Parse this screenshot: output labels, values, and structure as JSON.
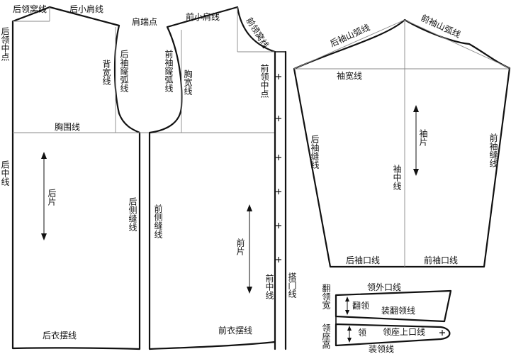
{
  "labels": {
    "back_neck_curve": "后领窝线",
    "back_small_shoulder": "后小肩线",
    "shoulder_point": "肩端点",
    "front_small_shoulder": "前小肩线",
    "front_neck_curve": "前领窝线",
    "back_neck_center": "后领中点",
    "back_width": "背宽线",
    "back_armhole": "后袖窿弧线",
    "front_armhole": "前袖窿弧线",
    "chest_width": "胸宽线",
    "front_neck_center": "前领中点",
    "bust_line": "胸围线",
    "back_center": "后中线",
    "back_piece": "后片",
    "back_side_seam": "后侧缝线",
    "front_side_seam": "前侧缝线",
    "front_piece": "前片",
    "front_center": "前中线",
    "overlap_line": "搭门线",
    "back_hem": "后衣摆线",
    "front_hem": "前衣摆线",
    "back_sleeve_cap": "后袖山弧线",
    "front_sleeve_cap": "前袖山弧线",
    "sleeve_width": "袖宽线",
    "back_sleeve_seam": "后袖缝线",
    "sleeve_piece": "袖片",
    "sleeve_center": "袖中线",
    "front_sleeve_seam": "前袖缝线",
    "back_cuff": "后袖口线",
    "front_cuff": "前袖口线",
    "collar_outer": "领外口线",
    "fall_width": "翻领宽",
    "fall_collar": "翻领",
    "fall_attach": "装翻领线",
    "stand_height": "领座高",
    "collar": "领",
    "stand_top": "领座上口线",
    "neck_attach": "装领线"
  },
  "colors": {
    "line": "#111111",
    "guide": "#888888",
    "background": "#ffffff"
  }
}
